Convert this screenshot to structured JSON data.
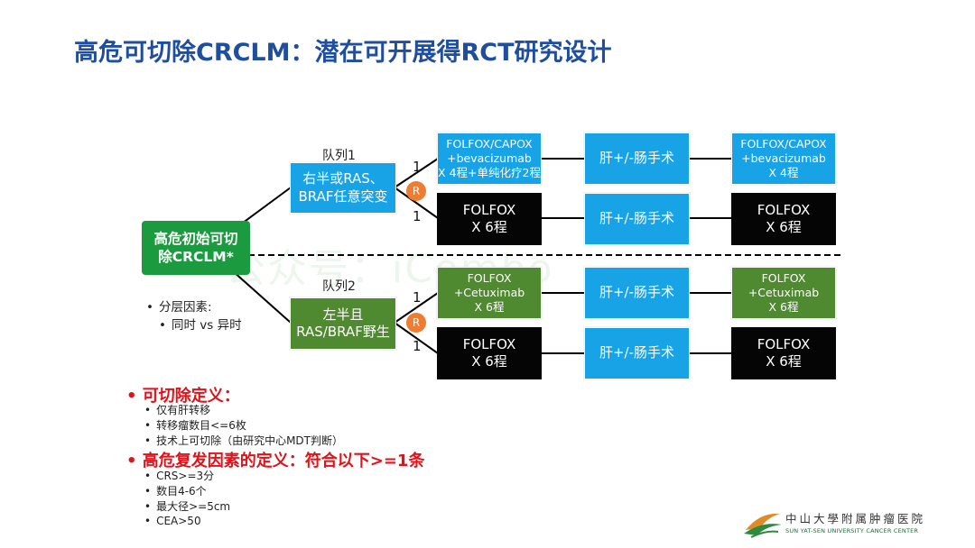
{
  "title": "高危可切除CRCLM：潜在可开展得RCT研究设计",
  "main_box": {
    "line1": "高危初始可切",
    "line2": "除CRCLM*"
  },
  "stratification": {
    "heading": "分层因素:",
    "item": "同时 vs 异时"
  },
  "cohort1": {
    "label": "队列1",
    "box_line1": "右半或RAS、",
    "box_line2": "BRAF任意突变",
    "randomization": "R",
    "ratio_upper": "1",
    "ratio_lower": "1",
    "arm_a": {
      "pre": [
        "FOLFOX/CAPOX",
        "+bevacizumab",
        "X 4程+单纯化疗2程"
      ],
      "surgery": "肝+/-肠手术",
      "post": [
        "FOLFOX/CAPOX",
        "+bevacizumab",
        "X 4程"
      ]
    },
    "arm_b": {
      "pre": [
        "FOLFOX",
        "X 6程"
      ],
      "surgery": "肝+/-肠手术",
      "post": [
        "FOLFOX",
        "X 6程"
      ]
    }
  },
  "cohort2": {
    "label": "队列2",
    "box_line1": "左半且",
    "box_line2": "RAS/BRAF野生",
    "randomization": "R",
    "ratio_upper": "1",
    "ratio_lower": "1",
    "arm_a": {
      "pre": [
        "FOLFOX",
        "+Cetuximab",
        "X 6程"
      ],
      "surgery": "肝+/-肠手术",
      "post": [
        "FOLFOX",
        "+Cetuximab",
        "X 6程"
      ]
    },
    "arm_b": {
      "pre": [
        "FOLFOX",
        "X 6程"
      ],
      "surgery": "肝+/-肠手术",
      "post": [
        "FOLFOX",
        "X 6程"
      ]
    }
  },
  "resectable_def": {
    "heading": "• 可切除定义：",
    "items": [
      "仅有肝转移",
      "转移瘤数目<=6枚",
      "技术上可切除（由研究中心MDT判断）"
    ]
  },
  "high_risk_def": {
    "heading": "• 高危复发因素的定义：符合以下>=1条",
    "items": [
      "CRS>=3分",
      "数目4-6个",
      "最大径>=5cm",
      "CEA>50"
    ]
  },
  "watermark": "公众号：iCombo",
  "logo": {
    "cn": "中山大學附属肿瘤医院",
    "en": "SUN YAT-SEN UNIVERSITY CANCER CENTER"
  },
  "colors": {
    "title": "#1f4e9f",
    "blue_box": "#18a3e6",
    "black_box": "#050505",
    "green_box": "#4f8a31",
    "main_box": "#1c9a40",
    "randomization": "#ef7d31",
    "red_heading": "#e0121a"
  }
}
